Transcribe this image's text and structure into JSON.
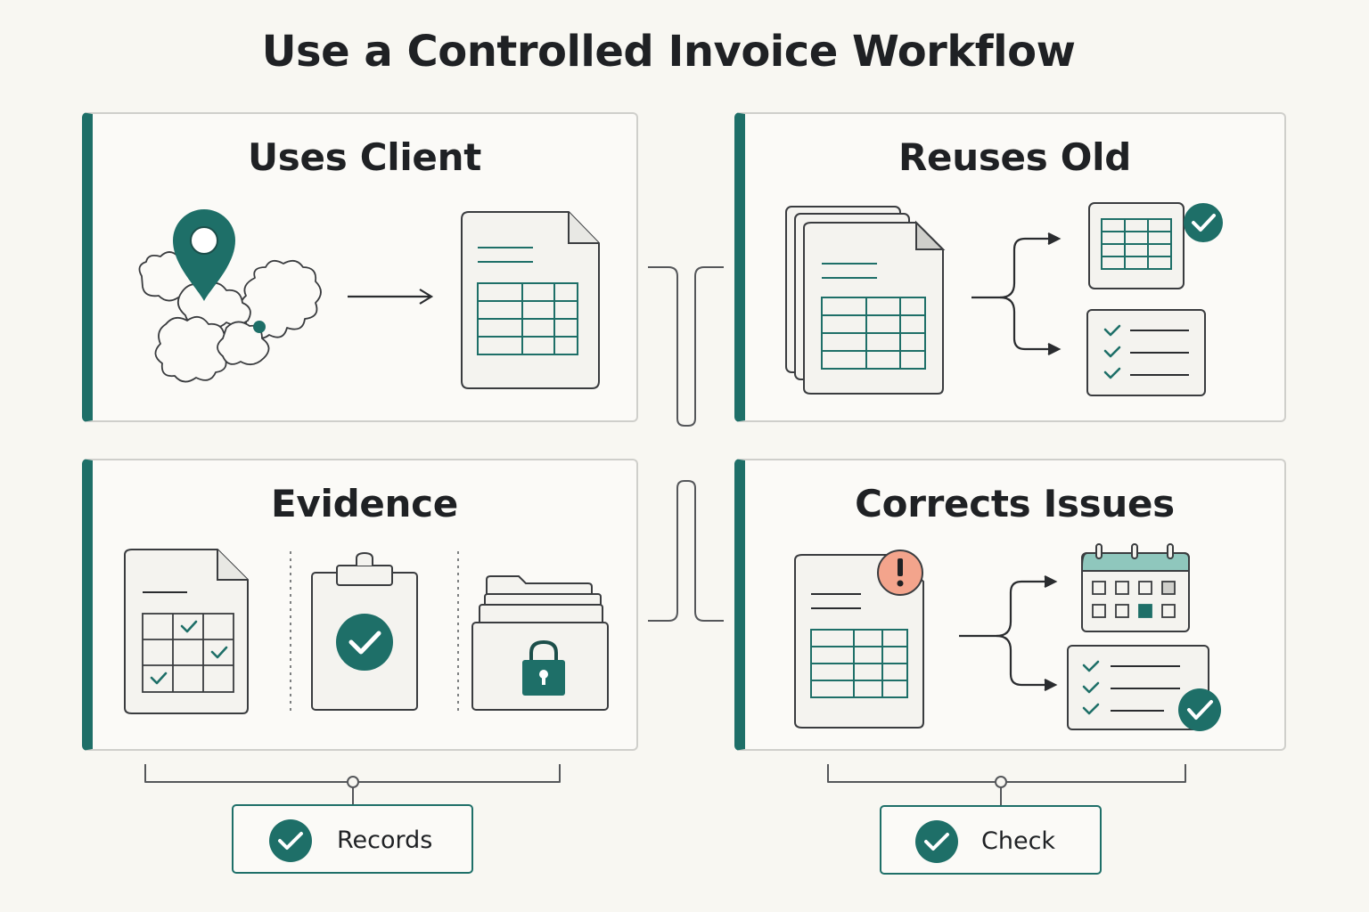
{
  "title": "Use a Controlled Invoice Workflow",
  "panels": [
    {
      "title": "Uses Client"
    },
    {
      "title": "Reuses Old"
    },
    {
      "title": "Evidence"
    },
    {
      "title": "Corrects Issues"
    }
  ],
  "badges": [
    {
      "label": "Records"
    },
    {
      "label": "Check"
    }
  ],
  "colors": {
    "accent": "#1e6f68",
    "accent_light": "#8fc7bd",
    "warning": "#f3a48c",
    "background": "#f8f7f2",
    "panel_border": "#cfcfcb",
    "text": "#1f2124"
  }
}
